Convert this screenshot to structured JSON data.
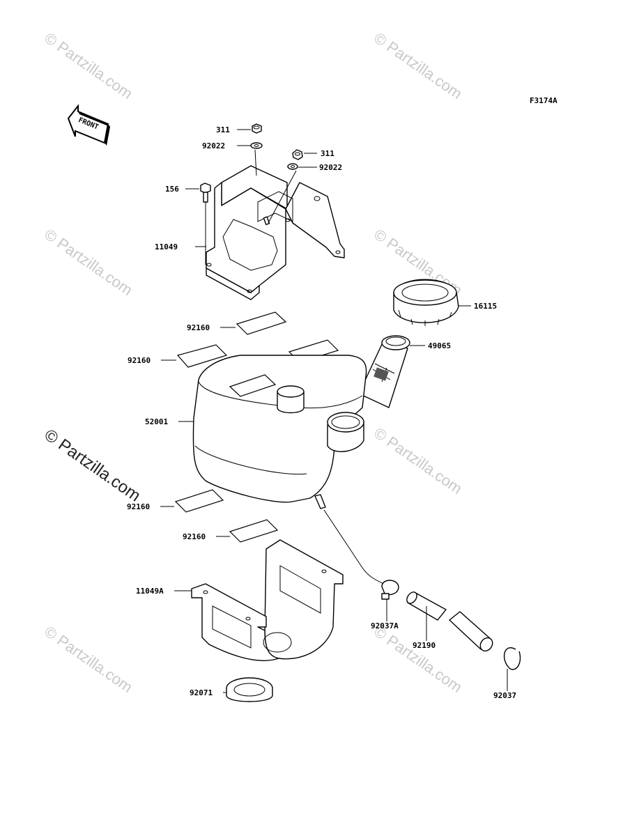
{
  "figure_code": "F3174A",
  "front_label": "FRONT",
  "watermark_small": "© Partzilla.com",
  "watermark_big": "© Partzilla.com",
  "callouts": {
    "nut_top_left": "311",
    "washer_top_left": "92022",
    "nut_top_right": "311",
    "washer_top_right": "92022",
    "bolt": "156",
    "bracket_upper": "11049",
    "cap": "16115",
    "filter": "49065",
    "pad_top": "92160",
    "pad_left": "92160",
    "tank": "52001",
    "pad_bottom_left": "92160",
    "pad_bottom": "92160",
    "bracket_lower": "11049A",
    "clamp_a": "92037A",
    "hose": "92190",
    "clamp": "92037",
    "grommet": "92071"
  }
}
